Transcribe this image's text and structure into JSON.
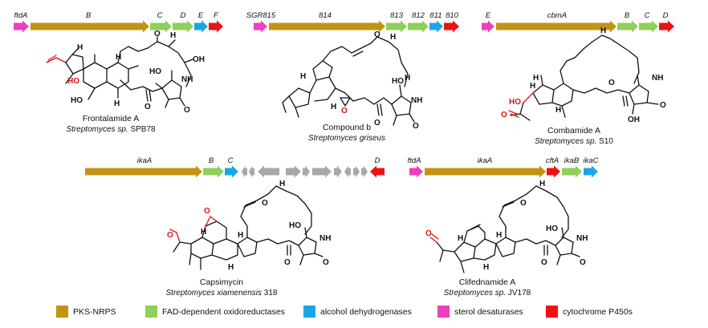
{
  "colors": {
    "pks_nrps": "#c29412",
    "fad": "#8fcf5a",
    "adh": "#1aa6e6",
    "sterol": "#ee3fbe",
    "p450": "#ee1111",
    "unlabeled": "#a8a8a8",
    "highlight": "#e01010"
  },
  "clusters": [
    {
      "genes": [
        {
          "label": "ftdA",
          "type": "sterol"
        },
        {
          "label": "B",
          "type": "pks_nrps"
        },
        {
          "label": "C",
          "type": "fad"
        },
        {
          "label": "D",
          "type": "fad"
        },
        {
          "label": "E",
          "type": "adh"
        },
        {
          "label": "F",
          "type": "p450"
        }
      ],
      "compound": "Frontalamide A",
      "species_italic": "Streptomyces sp.",
      "species_strain": "SPB78"
    },
    {
      "genes": [
        {
          "label": "SGR815",
          "type": "sterol"
        },
        {
          "label": "814",
          "type": "pks_nrps"
        },
        {
          "label": "813",
          "type": "fad"
        },
        {
          "label": "812",
          "type": "fad"
        },
        {
          "label": "811",
          "type": "adh"
        },
        {
          "label": "810",
          "type": "p450"
        }
      ],
      "compound": "Compound b",
      "species_italic": "Streptomyces griseus",
      "species_strain": ""
    },
    {
      "genes": [
        {
          "label": "E",
          "type": "sterol"
        },
        {
          "label": "cbmA",
          "type": "pks_nrps"
        },
        {
          "label": "B",
          "type": "fad"
        },
        {
          "label": "C",
          "type": "fad"
        },
        {
          "label": "D",
          "type": "p450"
        }
      ],
      "compound": "Combamide A",
      "species_italic": "Streptomyces sp.",
      "species_strain": "S10"
    },
    {
      "genes": [
        {
          "label": "ikaA",
          "type": "pks_nrps"
        },
        {
          "label": "B",
          "type": "fad"
        },
        {
          "label": "C",
          "type": "adh"
        },
        {
          "label": "D",
          "type": "p450"
        }
      ],
      "compound": "Capsimycin",
      "species_italic": "Streptomyces xiamenensis",
      "species_strain": "318"
    },
    {
      "genes": [
        {
          "label": "ftdA",
          "type": "sterol"
        },
        {
          "label": "ikaA",
          "type": "pks_nrps"
        },
        {
          "label": "cftA",
          "type": "p450"
        },
        {
          "label": "ikaB",
          "type": "fad"
        },
        {
          "label": "ikaC",
          "type": "adh"
        }
      ],
      "compound": "Clifednamide A",
      "species_italic": "Streptomyces sp.",
      "species_strain": "JV178"
    }
  ],
  "atoms": {
    "hydrogen": "H",
    "oxygen": "O",
    "nitrogen": "N",
    "hydroxyl": "HO",
    "hydroxyl_right": "OH",
    "amide": "NH",
    "amide_h": "H",
    "ho_red": "HO"
  },
  "legend": [
    {
      "label": "PKS-NRPS",
      "type": "pks_nrps"
    },
    {
      "label": "FAD-dependent oxidoreductases",
      "type": "fad"
    },
    {
      "label": "alcohol dehydrogenases",
      "type": "adh"
    },
    {
      "label": "sterol desaturases",
      "type": "sterol"
    },
    {
      "label": "cytochrome P450s",
      "type": "p450"
    }
  ]
}
